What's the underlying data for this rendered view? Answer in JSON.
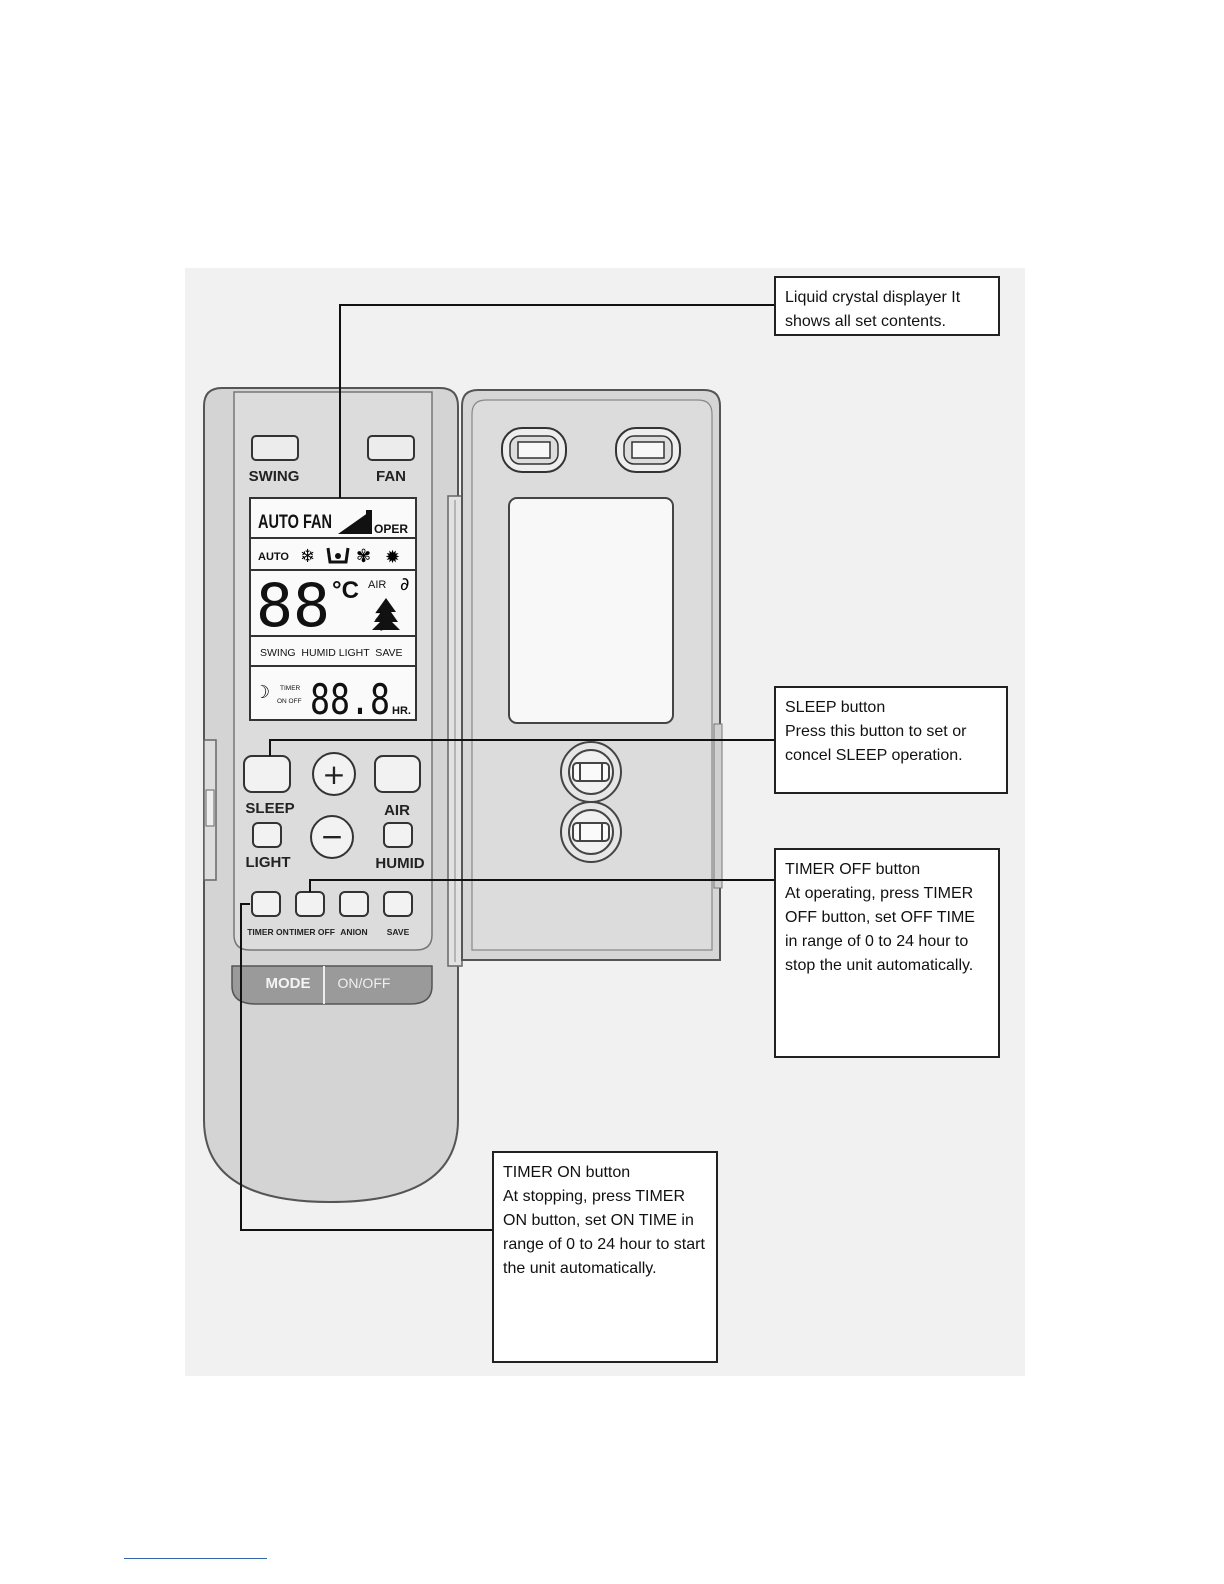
{
  "remote": {
    "buttons": {
      "swing": "SWING",
      "fan": "FAN",
      "sleep": "SLEEP",
      "air": "AIR",
      "light": "LIGHT",
      "humid": "HUMID",
      "timer_on": "TIMER ON",
      "timer_off": "TIMER OFF",
      "anion": "ANION",
      "save": "SAVE",
      "mode": "MODE",
      "onoff": "ON/OFF",
      "plus": "+",
      "minus": "−"
    },
    "lcd": {
      "auto_fan": "AUTO FAN",
      "oper": "OPER",
      "auto": "AUTO",
      "temp_digits": "88",
      "temp_unit": "°C",
      "air": "AIR",
      "status_row": "SWING  HUMID LIGHT  SAVE",
      "timer": "TIMER",
      "on_off": "ON OFF",
      "time_digits": "88.8",
      "hr": "HR."
    }
  },
  "callouts": {
    "lcd": {
      "title": "Liquid crystal displayer It",
      "body": "shows all set contents."
    },
    "sleep": {
      "title": "SLEEP button",
      "body": "Press this button to set or concel SLEEP operation."
    },
    "timer_off": {
      "title": "TIMER OFF button",
      "body": "At operating, press TIMER OFF button, set OFF TIME in range of 0 to 24 hour to stop the unit automatically."
    },
    "timer_on": {
      "title": "TIMER ON button",
      "body": "At stopping, press TIMER ON button, set ON TIME in range of 0 to 24 hour to start the unit automatically."
    }
  }
}
